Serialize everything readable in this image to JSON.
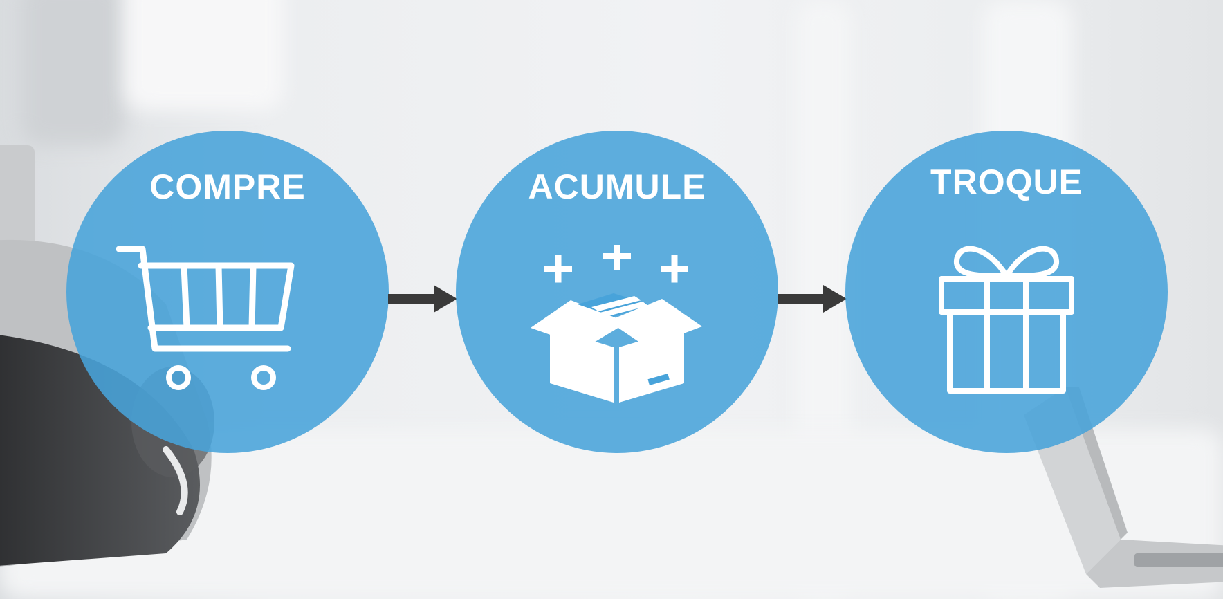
{
  "steps": [
    {
      "label": "COMPRE",
      "icon": "shopping-cart-icon"
    },
    {
      "label": "ACUMULE",
      "icon": "open-box-icon"
    },
    {
      "label": "TROQUE",
      "icon": "gift-icon"
    }
  ],
  "colors": {
    "circle": "#48a3da",
    "arrow": "#3a3a3a",
    "icon": "#ffffff"
  }
}
